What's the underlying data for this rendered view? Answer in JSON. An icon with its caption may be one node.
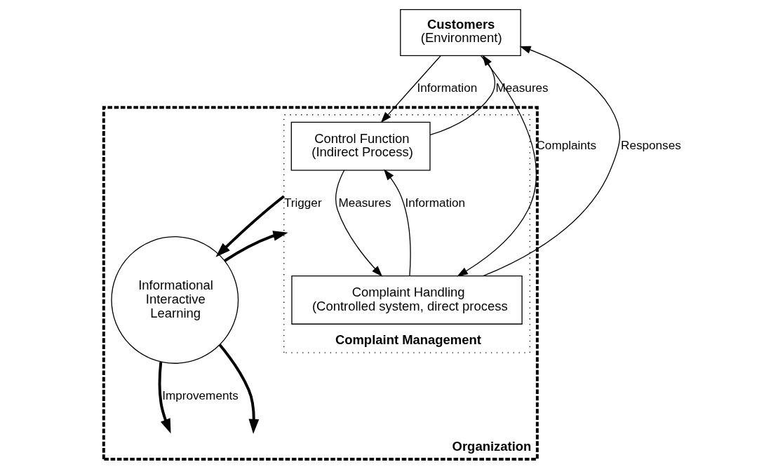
{
  "diagram": {
    "nodes": [
      {
        "text": [
          "Customers",
          "(Environment)"
        ]
      },
      {
        "text": [
          "Organization"
        ]
      },
      {
        "text": [
          "Complaint Management"
        ],
        "in": 1
      },
      {
        "text": [
          "Control Function",
          "(Indirect Process)"
        ],
        "in": 2
      },
      {
        "text": [
          "Complaint Handling",
          "(Controlled system, direct process"
        ],
        "in": 2
      },
      {
        "text": [
          "Informational Interactive Learning"
        ],
        "in": 1
      }
    ],
    "edges": [
      {
        "from": 0,
        "to": 3,
        "arrow": "to",
        "label": "Information"
      },
      {
        "from": 3,
        "to": 0,
        "arrow": "to",
        "label": "Measures"
      },
      {
        "from": 3,
        "to": 4,
        "arrow": "to",
        "label": "Measures"
      },
      {
        "from": 4,
        "to": 3,
        "arrow": "to",
        "label": "Information"
      },
      {
        "from": 0,
        "to": 4,
        "arrow": "to",
        "label": "Complaints"
      },
      {
        "from": 4,
        "to": 0,
        "arrow": "to",
        "label": "Responses"
      },
      {
        "from": 2,
        "to": 5,
        "arrow": "to",
        "label": "Trigger",
        "style": "thick"
      },
      {
        "from": 5,
        "to": 2,
        "arrow": "to",
        "style": "thick"
      },
      {
        "from": 5,
        "to": null,
        "arrow": "to",
        "label": "Improvements",
        "style": "thick"
      },
      {
        "from": 5,
        "to": null,
        "arrow": "to",
        "style": "thick"
      }
    ]
  }
}
